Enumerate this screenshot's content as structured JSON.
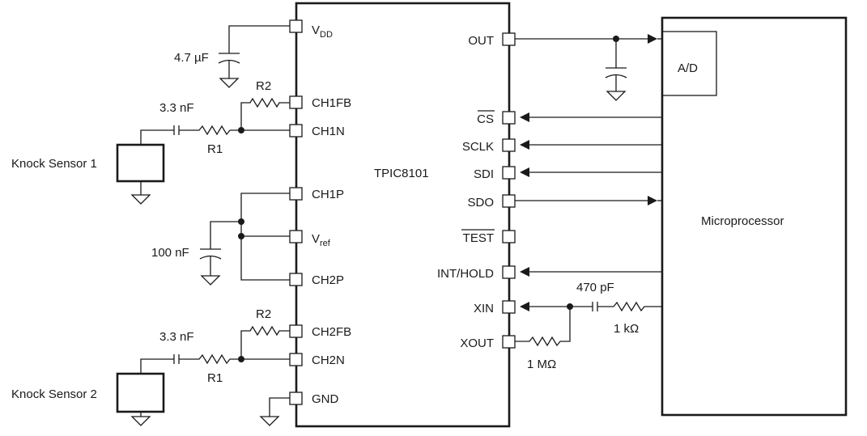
{
  "chip": {
    "name": "TPIC8101",
    "pins_left": [
      {
        "id": "vdd",
        "label": "V",
        "sub": "DD"
      },
      {
        "id": "ch1fb",
        "label": "CH1FB"
      },
      {
        "id": "ch1n",
        "label": "CH1N"
      },
      {
        "id": "ch1p",
        "label": "CH1P"
      },
      {
        "id": "vref",
        "label": "V",
        "sub": "ref"
      },
      {
        "id": "ch2p",
        "label": "CH2P"
      },
      {
        "id": "ch2fb",
        "label": "CH2FB"
      },
      {
        "id": "ch2n",
        "label": "CH2N"
      },
      {
        "id": "gnd",
        "label": "GND"
      }
    ],
    "pins_right": [
      {
        "id": "out",
        "label": "OUT"
      },
      {
        "id": "cs",
        "label": "CS",
        "overbar": true
      },
      {
        "id": "sclk",
        "label": "SCLK"
      },
      {
        "id": "sdi",
        "label": "SDI"
      },
      {
        "id": "sdo",
        "label": "SDO"
      },
      {
        "id": "test",
        "label": "TEST",
        "overbar": true
      },
      {
        "id": "int",
        "label": "INT/HOLD"
      },
      {
        "id": "xin",
        "label": "XIN"
      },
      {
        "id": "xout",
        "label": "XOUT"
      }
    ]
  },
  "microprocessor": {
    "label": "Microprocessor",
    "adc_label": "A/D"
  },
  "sensors": {
    "sensor1": "Knock Sensor 1",
    "sensor2": "Knock Sensor 2"
  },
  "components": {
    "vdd_cap": "4.7 µF",
    "ch1_cap": "3.3 nF",
    "ch2_cap": "3.3 nF",
    "ch1_r1": "R1",
    "ch1_r2": "R2",
    "ch2_r1": "R1",
    "ch2_r2": "R2",
    "vref_cap": "100 nF",
    "xtal_cap": "470 pF",
    "xtal_r_series": "1 kΩ",
    "xtal_r_feedback": "1 MΩ"
  }
}
